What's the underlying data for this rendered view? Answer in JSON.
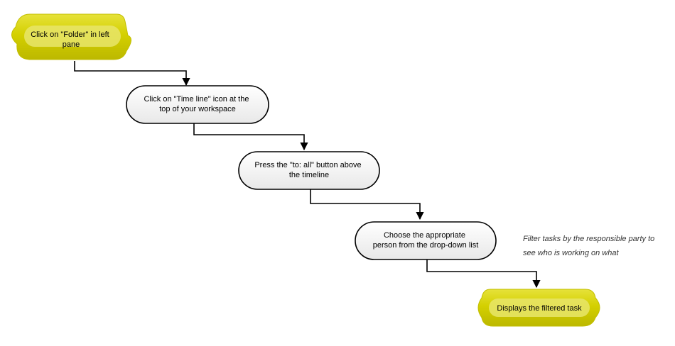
{
  "colors": {
    "terminal_fill": "#d4d000",
    "terminal_highlight": "#eeec7a",
    "terminal_shadow": "#b8b400",
    "process_fill": "#f4f4f4",
    "process_stroke": "#000000",
    "connector": "#000000",
    "annotation": "#333333"
  },
  "nodes": [
    {
      "id": "start",
      "kind": "terminal",
      "lines": [
        "Click on \"Folder\" in left",
        "pane"
      ]
    },
    {
      "id": "step1",
      "kind": "process",
      "lines": [
        "Click on \"Time line\" icon at the",
        "top of your workspace"
      ]
    },
    {
      "id": "step2",
      "kind": "process",
      "lines": [
        "Press the \"to: all\" button above",
        "the timeline"
      ]
    },
    {
      "id": "step3",
      "kind": "process",
      "lines": [
        "Choose the appropriate",
        "person from the drop-down list"
      ]
    },
    {
      "id": "end",
      "kind": "terminal",
      "lines": [
        "Displays the filtered task"
      ]
    }
  ],
  "edges": [
    {
      "from": "start",
      "to": "step1"
    },
    {
      "from": "step1",
      "to": "step2"
    },
    {
      "from": "step2",
      "to": "step3"
    },
    {
      "from": "step3",
      "to": "end"
    }
  ],
  "annotation": {
    "lines": [
      "Filter tasks by the responsible party to",
      "see who is working on what"
    ]
  }
}
